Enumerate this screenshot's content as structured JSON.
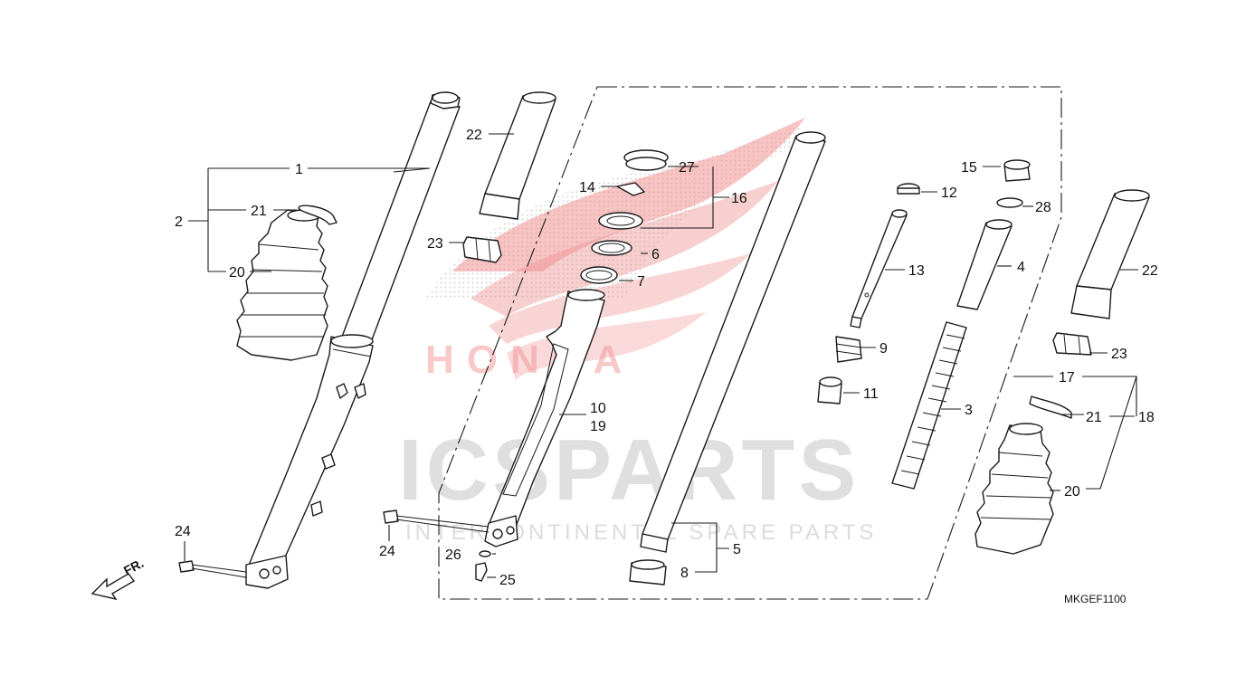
{
  "watermark": {
    "brand": "ICSPARTS",
    "tagline": "INTERCONTINENTAL SPARE PARTS",
    "logo_text": "HONDA",
    "color": "#e33b3b"
  },
  "direction_label": "FR.",
  "diagram_code": "MKGEF1100",
  "callouts": {
    "c1": "1",
    "c2": "2",
    "c3": "3",
    "c4": "4",
    "c5": "5",
    "c6": "6",
    "c7": "7",
    "c8": "8",
    "c9": "9",
    "c10": "10",
    "c11": "11",
    "c12": "12",
    "c13": "13",
    "c14": "14",
    "c15": "15",
    "c16": "16",
    "c17": "17",
    "c18": "18",
    "c19": "19",
    "c20a": "20",
    "c20b": "20",
    "c21a": "21",
    "c21b": "21",
    "c22a": "22",
    "c22b": "22",
    "c23a": "23",
    "c23b": "23",
    "c24a": "24",
    "c24b": "24",
    "c25": "25",
    "c26": "26",
    "c27": "27",
    "c28": "28"
  }
}
